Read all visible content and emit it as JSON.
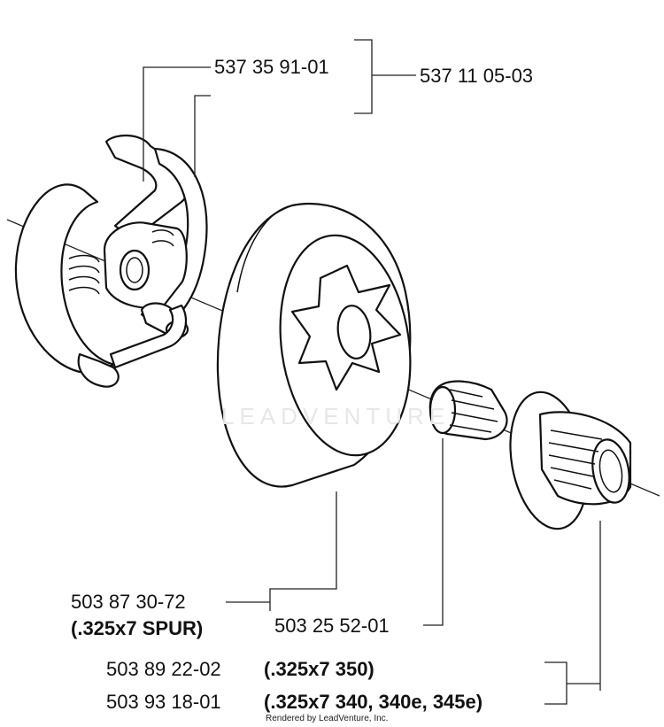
{
  "watermark": "LEADVENTURE",
  "footer": {
    "rendered_by": "Rendered by LeadVenture, Inc."
  },
  "labels": {
    "clutch_shoe": "537 35 91-01",
    "clutch_assembly": "537 11 05-03",
    "drum_part": "503 87 30-72",
    "drum_spec": "(.325x7 SPUR)",
    "needle_bearing": "503 25 52-01",
    "washer_a_part": "503 89 22-02",
    "washer_a_spec": "(.325x7  350)",
    "washer_b_part": "503 93 18-01",
    "washer_b_spec": "(.325x7  340, 340e, 345e)"
  }
}
